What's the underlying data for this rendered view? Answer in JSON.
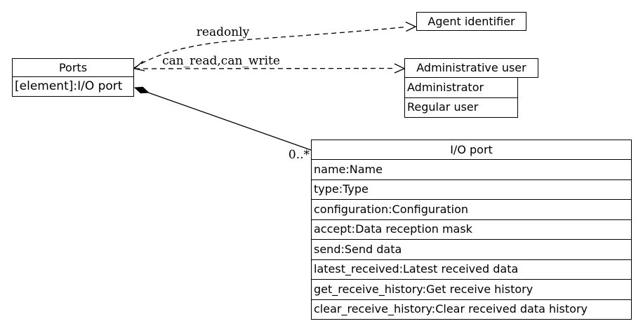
{
  "diagram": {
    "background_color": "#ffffff",
    "line_color": "#000000",
    "nodes": {
      "ports": {
        "title": "Ports",
        "rows": [
          "[element]:I/O port"
        ]
      },
      "agent_identifier": {
        "title": "Agent identifier"
      },
      "administrative_user": {
        "title": "Administrative user",
        "rows": [
          "Administrator",
          "Regular user"
        ]
      },
      "io_port": {
        "title": "I/O port",
        "rows": [
          "name:Name",
          "type:Type",
          "configuration:Configuration",
          "accept:Data reception mask",
          "send:Send data",
          "latest_received:Latest received data",
          "get_receive_history:Get receive history",
          "clear_receive_history:Clear received data history"
        ]
      }
    },
    "edges": {
      "readonly": {
        "label": "readonly",
        "from": "Ports",
        "to": "Agent identifier",
        "style": "dashed"
      },
      "can_read_can_write": {
        "label": "can_read,can_write",
        "from": "Ports",
        "to": "Administrative user",
        "style": "dashed"
      },
      "composition": {
        "label": "0..*",
        "from": "Ports",
        "to": "I/O port",
        "style": "solid-diamond"
      }
    }
  }
}
